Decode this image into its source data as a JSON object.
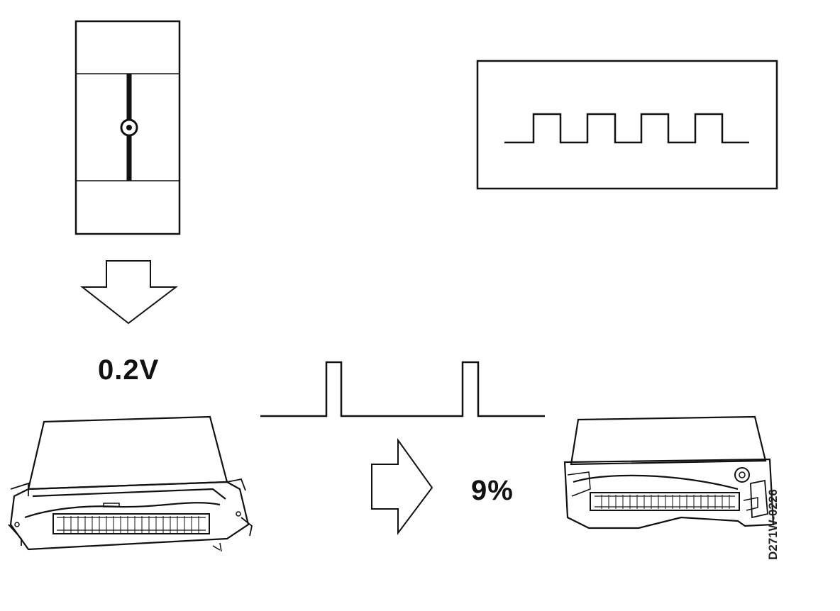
{
  "labels": {
    "voltage": "0.2V",
    "duty_cycle": "9%",
    "figure_code": "D271W-0226"
  },
  "colors": {
    "ink": "#111111",
    "background": "#ffffff"
  },
  "icons": [
    "sensor-slider-icon",
    "down-arrow-icon",
    "right-arrow-icon",
    "ecu-module-icon",
    "square-wave-icon",
    "pulse-wave-icon"
  ]
}
